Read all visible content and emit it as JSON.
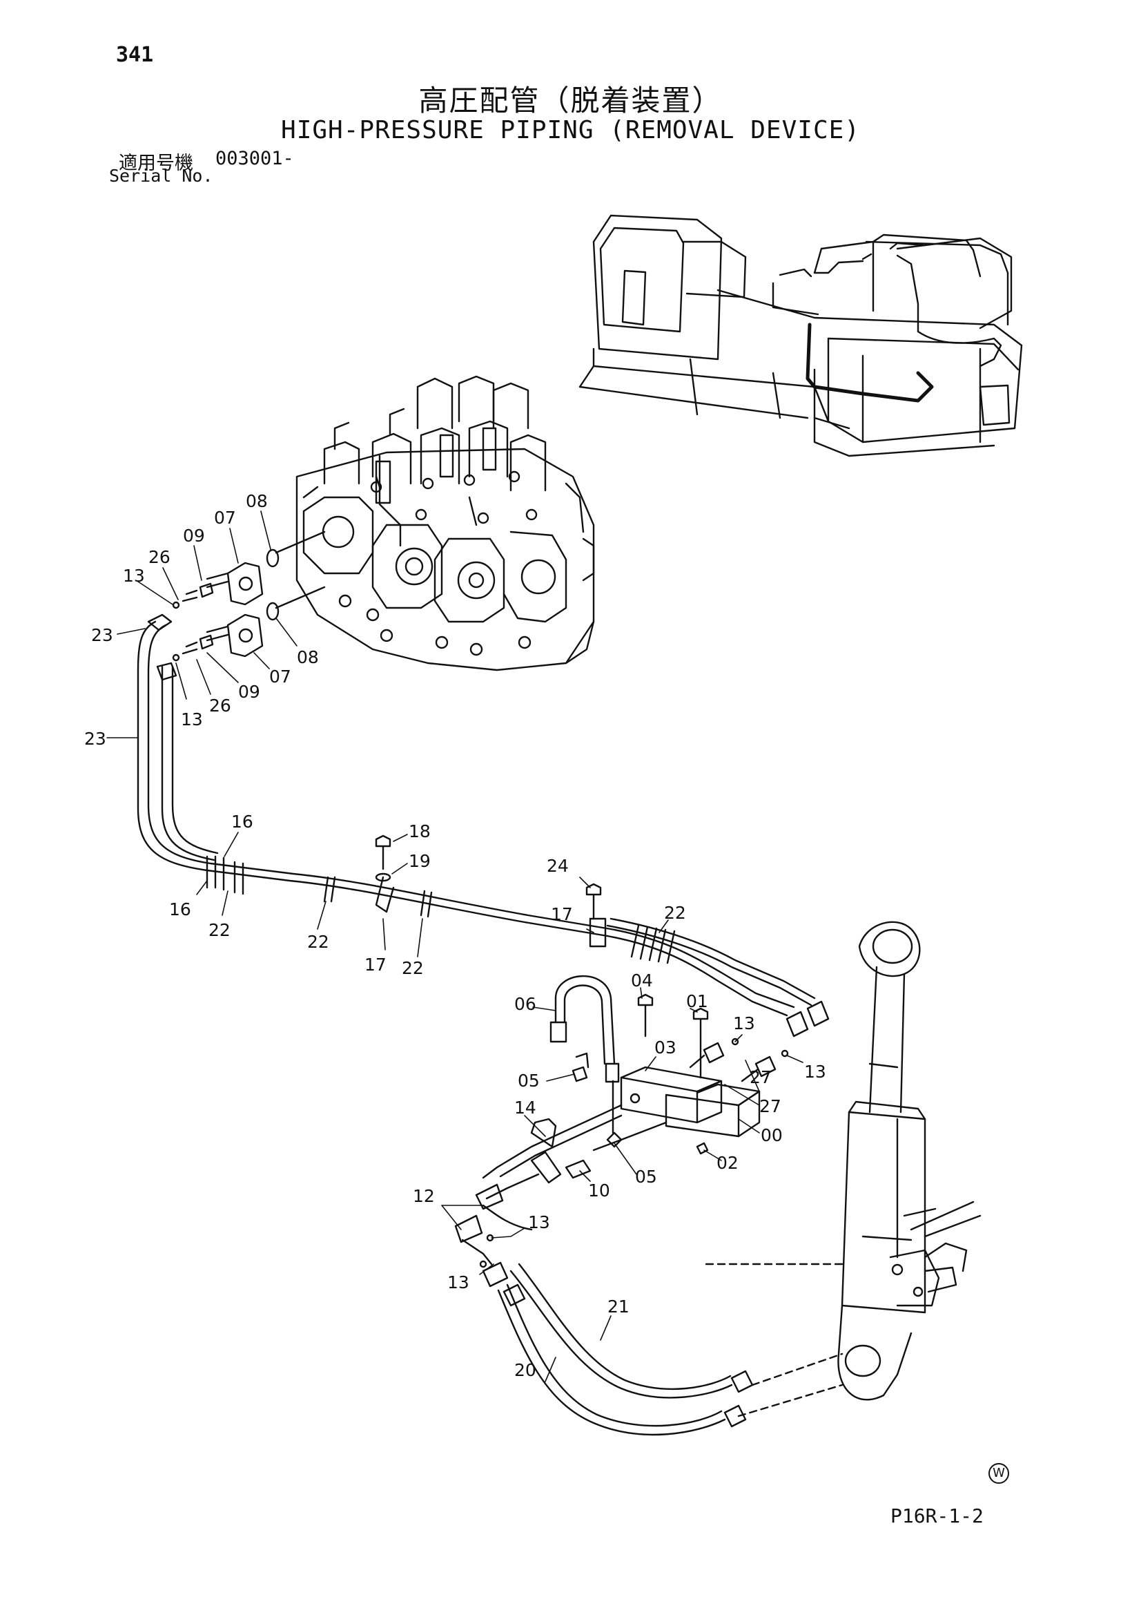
{
  "page_number": "341",
  "title_jp": "高圧配管（脱着装置）",
  "title_en": "HIGH-PRESSURE PIPING (REMOVAL DEVICE)",
  "serial": {
    "label_jp": "適用号機",
    "value": "003001-",
    "label_en": "Serial No."
  },
  "drawing_code": "P16R-1-2",
  "watermark": "W",
  "callouts": [
    "07",
    "08",
    "09",
    "26",
    "13",
    "23",
    "08",
    "07",
    "09",
    "26",
    "13",
    "23",
    "16",
    "16",
    "22",
    "22",
    "18",
    "19",
    "17",
    "22",
    "24",
    "17",
    "22",
    "06",
    "04",
    "01",
    "13",
    "03",
    "05",
    "27",
    "13",
    "27",
    "00",
    "14",
    "02",
    "05",
    "10",
    "12",
    "13",
    "13",
    "21",
    "20"
  ]
}
